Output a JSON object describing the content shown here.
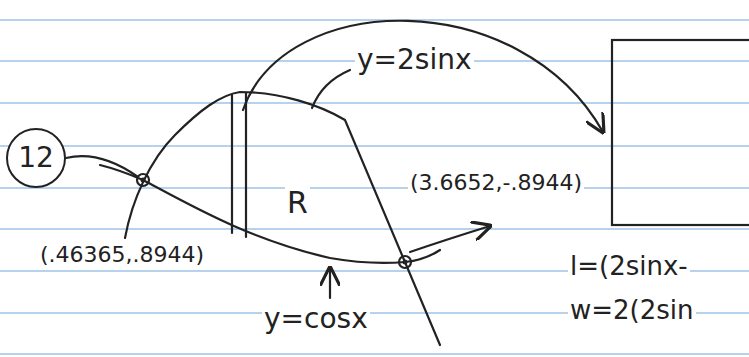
{
  "diagram": {
    "nodes": [
      {
        "text": [
          "12"
        ]
      }
    ],
    "labels": [
      "y=2sinx",
      "R",
      "(3.6652,-.8944)",
      "(.46365,.8944)",
      "y=cosx",
      "l=(2sinx-",
      "w=2(2sin"
    ]
  }
}
